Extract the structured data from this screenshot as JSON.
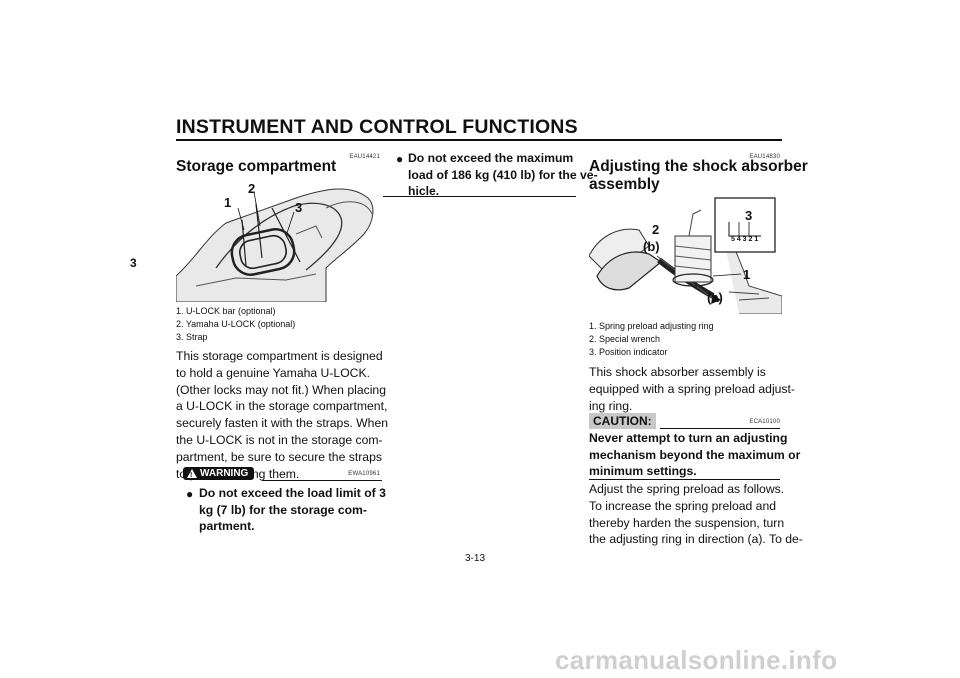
{
  "header": {
    "title": "INSTRUMENT AND CONTROL FUNCTIONS",
    "section_tab": "3"
  },
  "left": {
    "code": "EAU14421",
    "heading": "Storage compartment",
    "figure_labels": [
      "1",
      "2",
      "3"
    ],
    "captions": [
      "1.  U-LOCK bar (optional)",
      "2.  Yamaha U-LOCK (optional)",
      "3.  Strap"
    ],
    "body_lines": [
      "This storage compartment is designed",
      "to hold a genuine Yamaha U-LOCK.",
      "(Other locks may not fit.) When placing",
      "a U-LOCK in the storage compartment,",
      "securely fasten it with the straps. When",
      "the U-LOCK is not in the storage com-",
      "partment, be sure to secure the straps",
      "to prevent losing them."
    ],
    "warning_label": "WARNING",
    "warning_code": "EWA10961",
    "warning_lines": [
      "Do not exceed the load limit of 3",
      "kg (7 lb) for the storage com-",
      "partment."
    ]
  },
  "middle": {
    "bullet_lines": [
      "Do  not  exceed  the  maximum",
      "load of 186 kg (410 lb) for the ve-",
      "hicle."
    ]
  },
  "right": {
    "code": "EAU14830",
    "heading_lines": [
      "Adjusting the shock absorber",
      "assembly"
    ],
    "figure_labels": {
      "one": "1",
      "two": "2",
      "three": "3",
      "a": "(a)",
      "b": "(b)",
      "scale": "5 4 3 2 1"
    },
    "captions": [
      "1.  Spring preload adjusting ring",
      "2.  Special wrench",
      "3.  Position indicator"
    ],
    "intro_lines": [
      "This  shock  absorber  assembly  is",
      "equipped with a spring preload adjust-",
      "ing ring."
    ],
    "caution_label": "CAUTION:",
    "caution_code": "ECA10100",
    "caution_lines": [
      "Never  attempt  to  turn  an  adjusting",
      "mechanism beyond the maximum or",
      "minimum settings."
    ],
    "after_lines": [
      "Adjust the spring preload as follows.",
      "To increase the spring preload and",
      "thereby harden the suspension, turn",
      "the adjusting ring in direction (a). To de-"
    ]
  },
  "footer": {
    "page_number": "3-13",
    "watermark": "carmanualsonline.info"
  }
}
